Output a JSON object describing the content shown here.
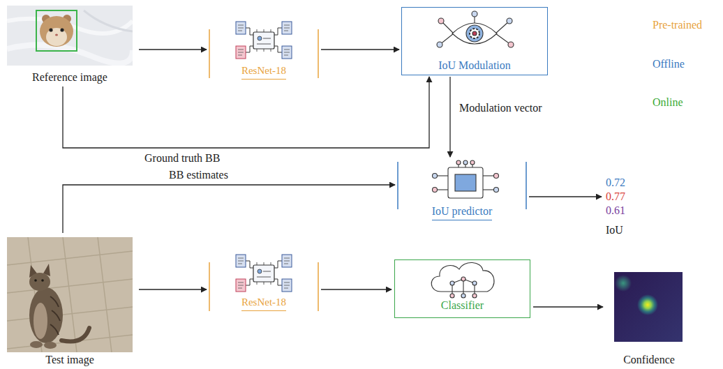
{
  "diagram": {
    "nodes": [
      {
        "text": [
          "Reference image"
        ]
      },
      {
        "text": [
          "ResNet-18"
        ]
      },
      {
        "text": [
          "IoU Modulation"
        ]
      },
      {
        "text": [
          "IoU predictor"
        ]
      },
      {
        "text": [
          "0.72",
          "0.77",
          "0.61",
          "IoU"
        ]
      },
      {
        "text": [
          "Test image"
        ]
      },
      {
        "text": [
          "ResNet-18"
        ]
      },
      {
        "text": [
          "Classifier"
        ]
      },
      {
        "text": [
          "Confidence"
        ]
      }
    ],
    "edges": [
      {
        "from": 0,
        "to": 1,
        "arrow": "to"
      },
      {
        "from": 0,
        "to": 2,
        "label": "Ground truth BB",
        "arrow": "to"
      },
      {
        "from": 1,
        "to": 2,
        "arrow": "to"
      },
      {
        "from": 2,
        "to": 3,
        "label": "Modulation vector",
        "arrow": "to"
      },
      {
        "from": 5,
        "to": 3,
        "label": "BB estimates",
        "arrow": "to"
      },
      {
        "from": 3,
        "to": 4,
        "arrow": "to"
      },
      {
        "from": 5,
        "to": 6,
        "arrow": "to"
      },
      {
        "from": 6,
        "to": 7,
        "arrow": "to"
      },
      {
        "from": 7,
        "to": 8,
        "arrow": "to"
      }
    ],
    "legend": [
      {
        "text": "Pre-trained",
        "color": "#e8a33d"
      },
      {
        "text": "Offline",
        "color": "#3a7abf"
      },
      {
        "text": "Online",
        "color": "#3aaa35"
      }
    ]
  }
}
